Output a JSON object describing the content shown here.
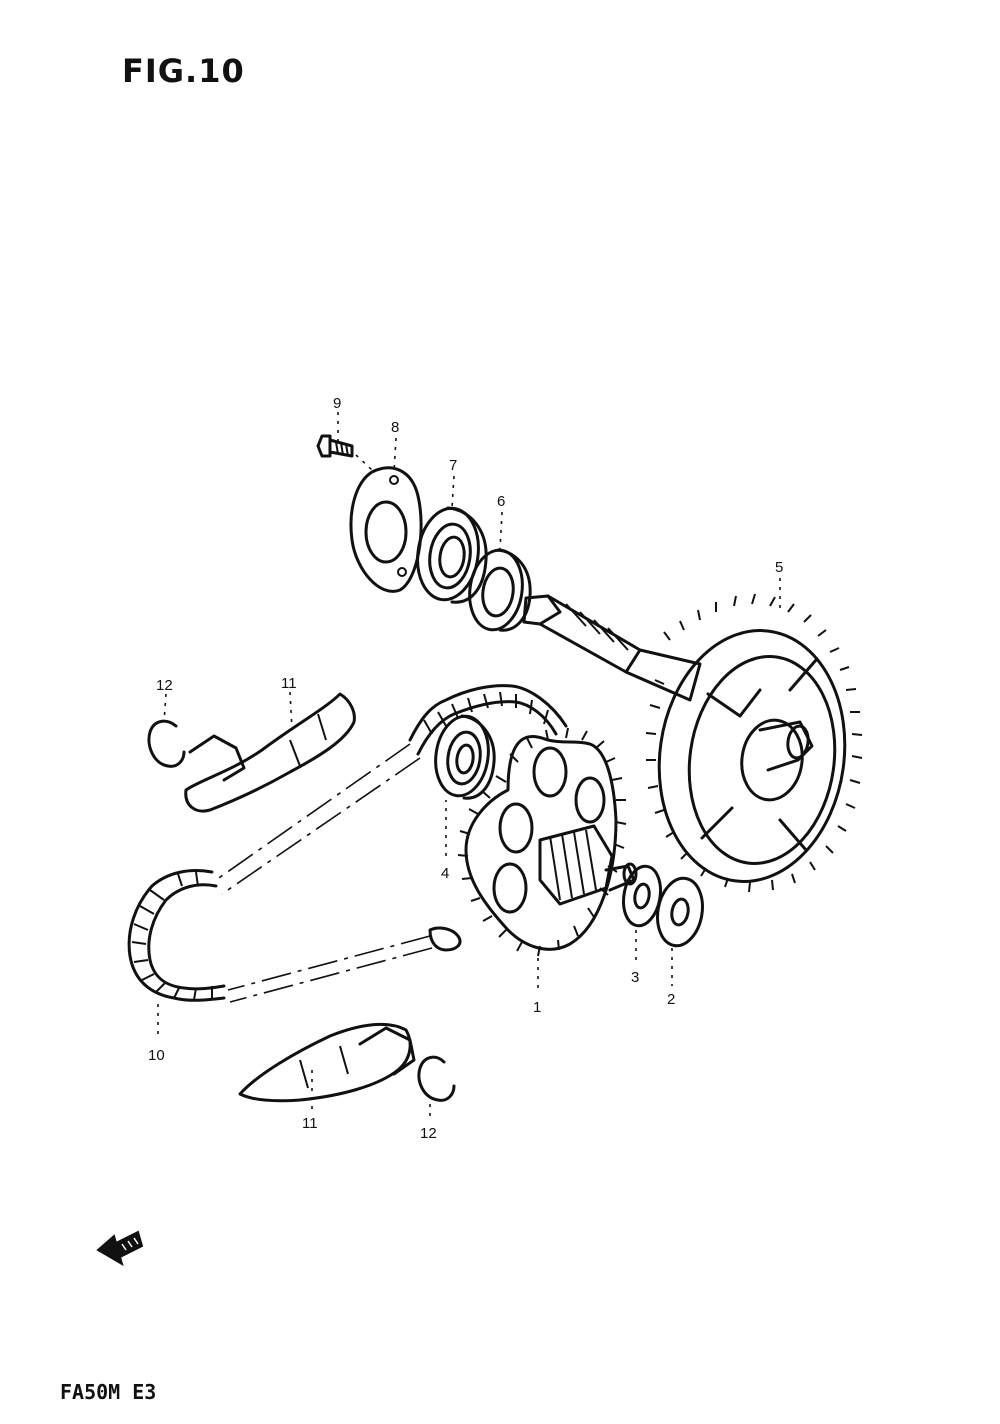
{
  "figure": {
    "title": "FIG.10",
    "model_code": "FA50M E3"
  },
  "callouts": {
    "c1": "1",
    "c2": "2",
    "c3": "3",
    "c4": "4",
    "c5": "5",
    "c6": "6",
    "c7": "7",
    "c8": "8",
    "c9": "9",
    "c10": "10",
    "c11a": "11",
    "c11b": "11",
    "c12a": "12",
    "c12b": "12"
  },
  "icons": {
    "front_direction": "front-arrow-icon"
  }
}
